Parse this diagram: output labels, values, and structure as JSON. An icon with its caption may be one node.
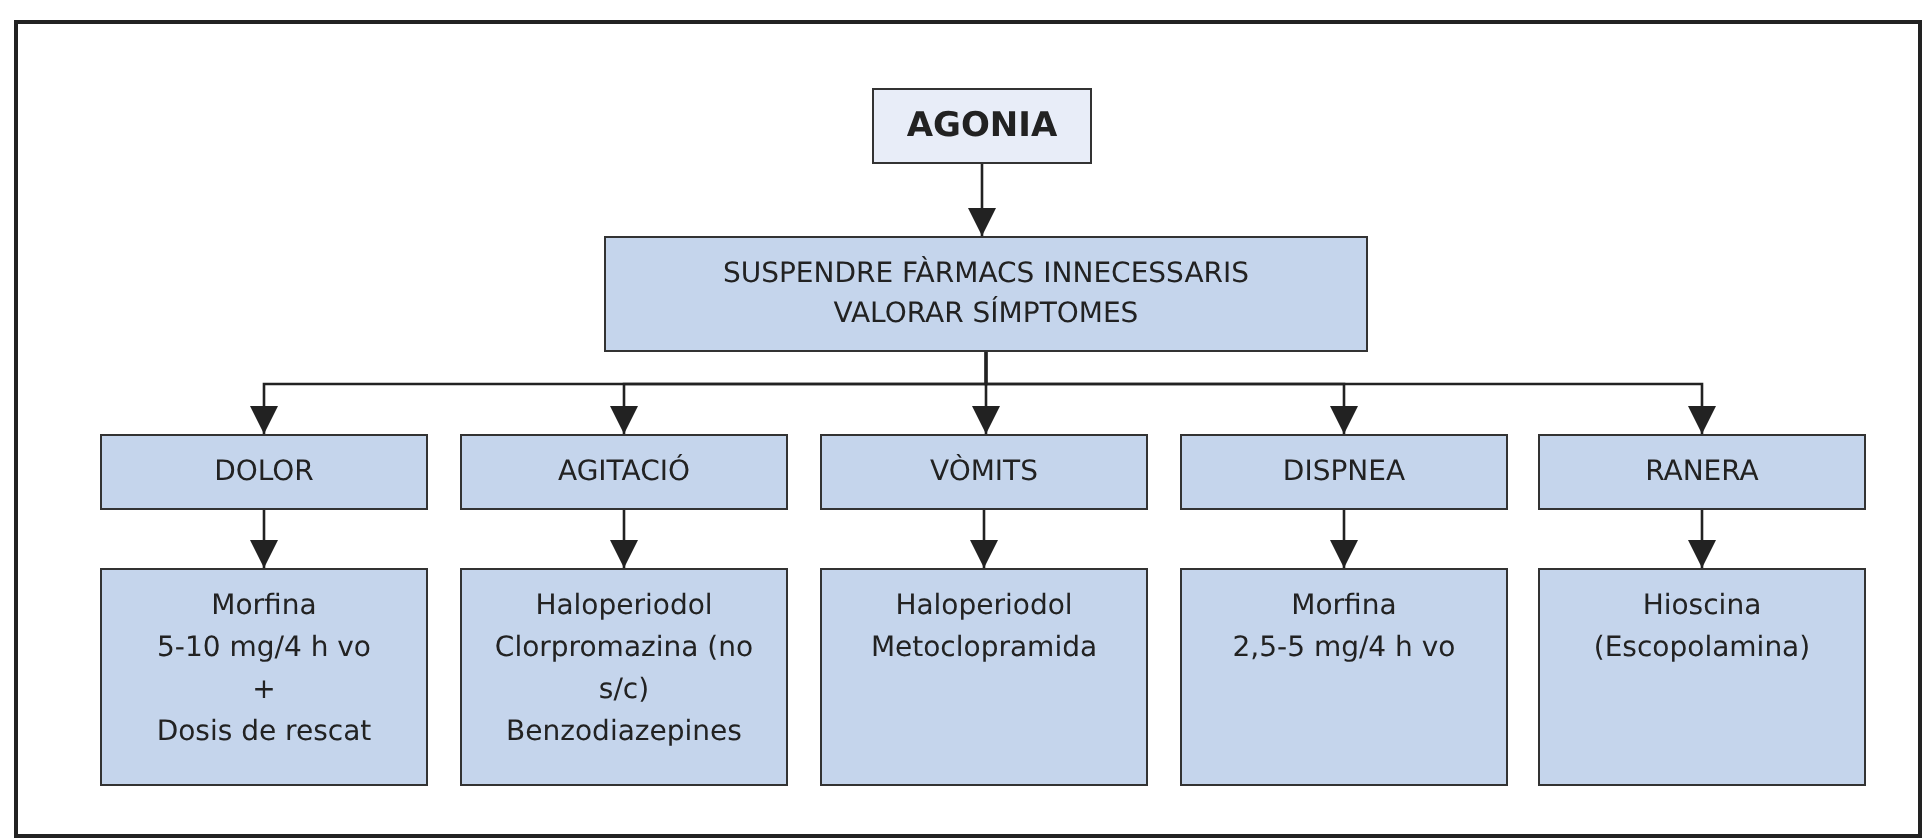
{
  "diagram": {
    "nodes": [
      {
        "text": [
          "AGONIA"
        ]
      },
      {
        "text": [
          "SUSPENDRE FÀRMACS INNECESSARIS",
          "VALORAR SÍMPTOMES"
        ]
      },
      {
        "text": [
          "DOLOR"
        ]
      },
      {
        "text": [
          "AGITACIÓ"
        ]
      },
      {
        "text": [
          "VÒMITS"
        ]
      },
      {
        "text": [
          "DISPNEA"
        ]
      },
      {
        "text": [
          "RANERA"
        ]
      },
      {
        "text": [
          "Morfina",
          "5-10 mg/4 h vo",
          "+",
          "Dosis de rescat"
        ]
      },
      {
        "text": [
          "Haloperiodol",
          "Clorpromazina (no s/c)",
          "Benzodiazepines"
        ]
      },
      {
        "text": [
          "Haloperiodol",
          "Metoclopramida"
        ]
      },
      {
        "text": [
          "Morfina",
          "2,5-5 mg/4 h vo"
        ]
      },
      {
        "text": [
          "Hioscina (Escopolamina)"
        ]
      }
    ],
    "edges": [
      {
        "from": 0,
        "to": 1,
        "arrow": "to"
      },
      {
        "from": 1,
        "to": 2,
        "arrow": "to"
      },
      {
        "from": 1,
        "to": 3,
        "arrow": "to"
      },
      {
        "from": 1,
        "to": 4,
        "arrow": "to"
      },
      {
        "from": 1,
        "to": 5,
        "arrow": "to"
      },
      {
        "from": 1,
        "to": 6,
        "arrow": "to"
      },
      {
        "from": 2,
        "to": 7,
        "arrow": "to"
      },
      {
        "from": 3,
        "to": 8,
        "arrow": "to"
      },
      {
        "from": 4,
        "to": 9,
        "arrow": "to"
      },
      {
        "from": 5,
        "to": 10,
        "arrow": "to"
      },
      {
        "from": 6,
        "to": 11,
        "arrow": "to"
      }
    ]
  }
}
